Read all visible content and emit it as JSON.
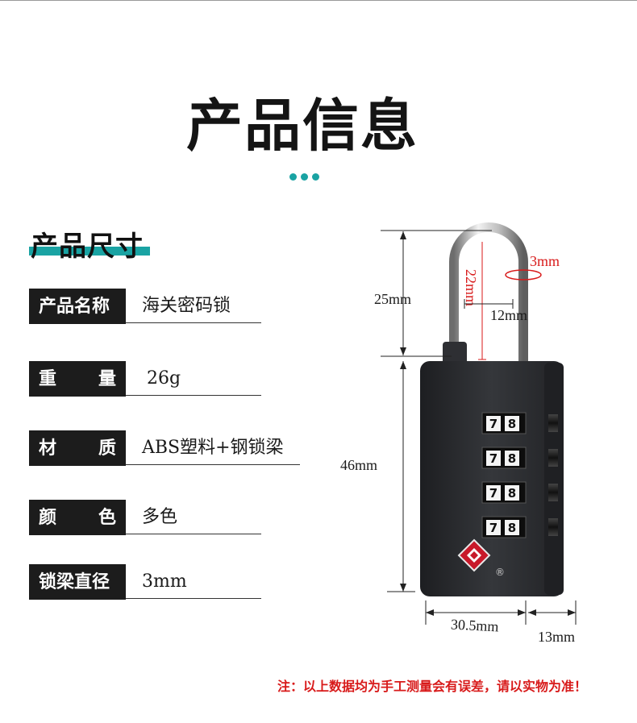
{
  "page_title": "产品信息",
  "section_title": "产品尺寸",
  "specs": [
    {
      "label": "产品名称",
      "value": "海关密码锁"
    },
    {
      "label": "重量",
      "value": "26g"
    },
    {
      "label": "材质",
      "value": "ABS塑料+钢锁梁"
    },
    {
      "label": "颜色",
      "value": "多色"
    },
    {
      "label": "锁梁直径",
      "value": "3mm"
    }
  ],
  "dimensions": {
    "shackle_height": "25mm",
    "shackle_inner_height": "22mm",
    "shackle_diameter": "3mm",
    "shackle_gap": "12mm",
    "body_height": "46mm",
    "body_width": "30.5mm",
    "body_depth": "13mm"
  },
  "dial_digits": [
    "7",
    "8"
  ],
  "tsa_mark": "®",
  "footnote": "注：以上数据均为手工测量会有误差，请以实物为准！",
  "colors": {
    "accent_teal": "#1aa3a3",
    "label_bg": "#1c1c1c",
    "note_red": "#d81a1a",
    "lock_body": "#2b2c2f",
    "tsa_red": "#c8192a"
  },
  "icons": [
    "tsa-diamond-icon"
  ]
}
